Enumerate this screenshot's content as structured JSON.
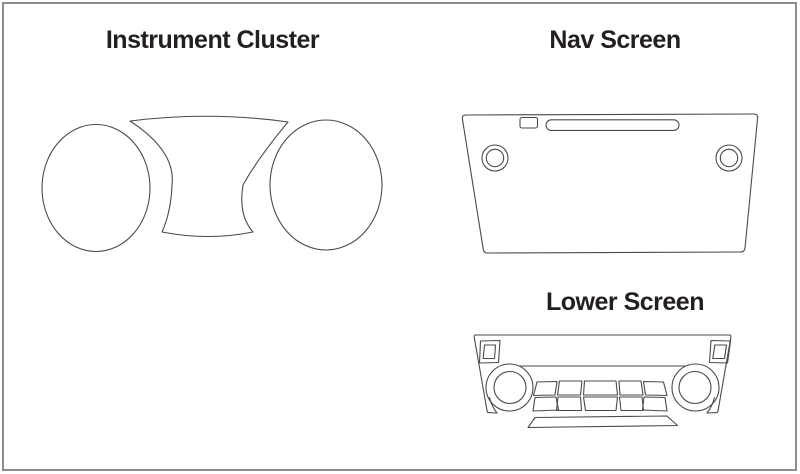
{
  "colors": {
    "page_bg": "#ffffff",
    "border_color": "#8d8d8d",
    "line_color": "#4a4a4a",
    "text_color": "#231f20"
  },
  "sections": {
    "instrument_cluster": {
      "title": "Instrument Cluster"
    },
    "nav_screen": {
      "title": "Nav Screen"
    },
    "lower_screen": {
      "title": "Lower Screen"
    }
  }
}
